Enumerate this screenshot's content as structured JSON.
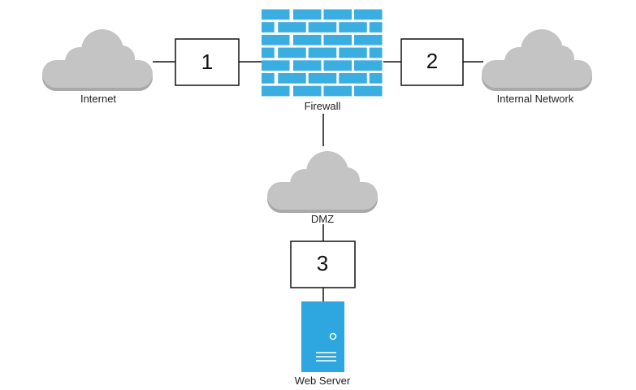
{
  "nodes": {
    "internet": {
      "label": "Internet",
      "icon": "cloud-icon"
    },
    "firewall": {
      "label": "Firewall",
      "icon": "firewall-brick-icon"
    },
    "internal_network": {
      "label": "Internal Network",
      "icon": "cloud-icon"
    },
    "dmz": {
      "label": "DMZ",
      "icon": "cloud-icon"
    },
    "web_server": {
      "label": "Web Server",
      "icon": "server-icon"
    }
  },
  "boxes": {
    "box1": {
      "label": "1"
    },
    "box2": {
      "label": "2"
    },
    "box3": {
      "label": "3"
    }
  },
  "colors": {
    "cloud_fill": "#c4c4c4",
    "cloud_shadow": "#a9a9a9",
    "brick": "#3aaee0",
    "mortar": "#ffffff",
    "server": "#2ea6df",
    "line": "#111111"
  }
}
